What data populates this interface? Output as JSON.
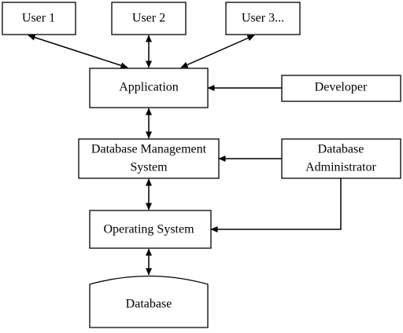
{
  "nodes": {
    "user1": {
      "label": "User 1"
    },
    "user2": {
      "label": "User 2"
    },
    "user3": {
      "label": "User 3..."
    },
    "application": {
      "label": "Application"
    },
    "developer": {
      "label": "Developer"
    },
    "dbms": {
      "line1": "Database Management",
      "line2": "System"
    },
    "dba": {
      "line1": "Database",
      "line2": "Administrator"
    },
    "os": {
      "label": "Operating System"
    },
    "database": {
      "label": "Database"
    }
  },
  "edges": [
    {
      "from": "user1",
      "to": "application",
      "direction": "both"
    },
    {
      "from": "user2",
      "to": "application",
      "direction": "both"
    },
    {
      "from": "user3",
      "to": "application",
      "direction": "both"
    },
    {
      "from": "developer",
      "to": "application",
      "direction": "forward"
    },
    {
      "from": "application",
      "to": "dbms",
      "direction": "both"
    },
    {
      "from": "dba",
      "to": "dbms",
      "direction": "forward"
    },
    {
      "from": "dba",
      "to": "os",
      "direction": "forward"
    },
    {
      "from": "dbms",
      "to": "os",
      "direction": "both"
    },
    {
      "from": "os",
      "to": "database",
      "direction": "both"
    }
  ],
  "colors": {
    "stroke": "#000000",
    "fill": "#ffffff",
    "background": "#ffffff"
  }
}
